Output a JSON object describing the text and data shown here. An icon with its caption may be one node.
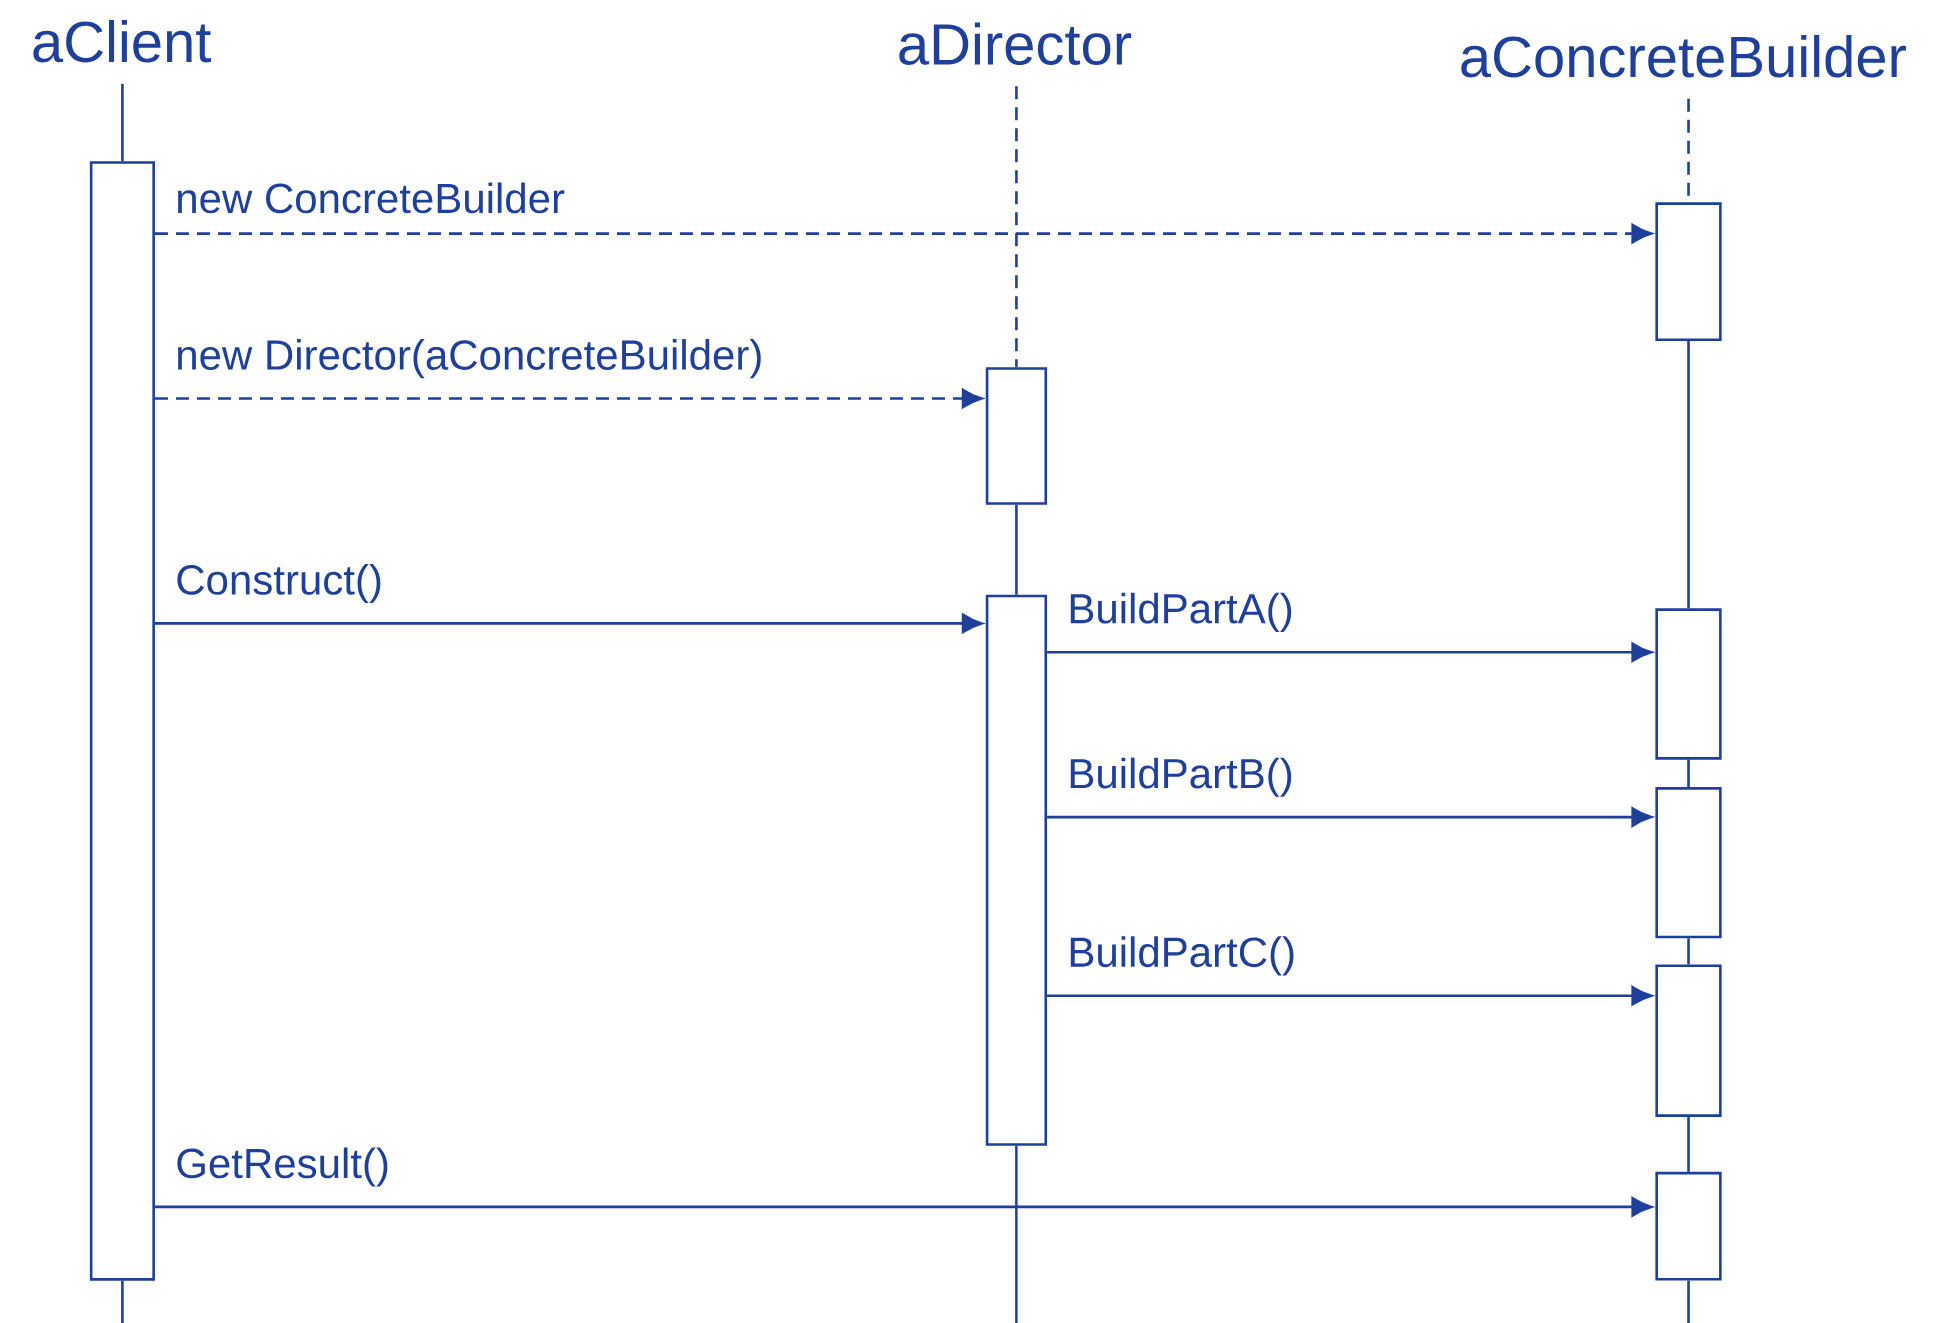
{
  "diagram": {
    "nodes": [
      {
        "text": [
          "aClient"
        ]
      },
      {
        "text": [],
        "shape": "box"
      },
      {
        "text": [
          "aDirector"
        ]
      },
      {
        "text": [],
        "shape": "box"
      },
      {
        "text": [],
        "shape": "box"
      },
      {
        "text": [
          "aConcreteBuilder"
        ]
      },
      {
        "text": [],
        "shape": "box"
      },
      {
        "text": [],
        "shape": "box"
      },
      {
        "text": [],
        "shape": "box"
      },
      {
        "text": [],
        "shape": "box"
      },
      {
        "text": [],
        "shape": "box"
      }
    ],
    "edges": [
      {
        "from": 1,
        "to": 6,
        "arrow": "to",
        "style": "dashed",
        "label": "new ConcreteBuilder"
      },
      {
        "from": 1,
        "to": 3,
        "arrow": "to",
        "style": "dashed",
        "label": "new Director(aConcreteBuilder)"
      },
      {
        "from": 1,
        "to": 4,
        "arrow": "to",
        "label": "Construct()"
      },
      {
        "from": 4,
        "to": 7,
        "arrow": "to",
        "label": "BuildPartA()"
      },
      {
        "from": 4,
        "to": 8,
        "arrow": "to",
        "label": "BuildPartB()"
      },
      {
        "from": 4,
        "to": 9,
        "arrow": "to",
        "label": "BuildPartC()"
      },
      {
        "from": 1,
        "to": 10,
        "arrow": "to",
        "label": "GetResult()"
      },
      {
        "from": 0,
        "to": 1,
        "arrow": "none"
      },
      {
        "from": 1,
        "to": null,
        "arrow": "none"
      },
      {
        "from": 2,
        "to": 3,
        "arrow": "none",
        "style": "dashed"
      },
      {
        "from": 3,
        "to": 4,
        "arrow": "none"
      },
      {
        "from": 4,
        "to": null,
        "arrow": "none"
      },
      {
        "from": 5,
        "to": 6,
        "arrow": "none",
        "style": "dashed"
      },
      {
        "from": 6,
        "to": 7,
        "arrow": "none"
      },
      {
        "from": 7,
        "to": 8,
        "arrow": "none"
      },
      {
        "from": 8,
        "to": 9,
        "arrow": "none"
      },
      {
        "from": 9,
        "to": 10,
        "arrow": "none"
      },
      {
        "from": 10,
        "to": null,
        "arrow": "none"
      }
    ]
  }
}
